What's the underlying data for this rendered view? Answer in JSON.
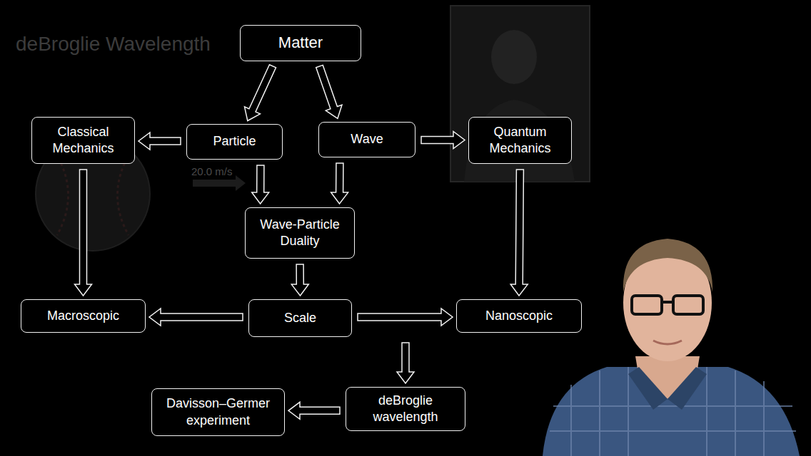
{
  "diagram": {
    "title": "deBroglie Wavelength",
    "nodes": [
      {
        "text": [
          "Matter"
        ]
      },
      {
        "text": [
          "Classical Mechanics"
        ]
      },
      {
        "text": [
          "Particle"
        ]
      },
      {
        "text": [
          "Wave"
        ]
      },
      {
        "text": [
          "Quantum Mechanics"
        ]
      },
      {
        "text": [
          "Wave-Particle Duality"
        ]
      },
      {
        "text": [
          "Macroscopic"
        ]
      },
      {
        "text": [
          "Scale"
        ]
      },
      {
        "text": [
          "Nanoscopic"
        ]
      },
      {
        "text": [
          "deBroglie wavelength"
        ]
      },
      {
        "text": [
          "Davisson–Germer experiment"
        ]
      }
    ],
    "edges": [
      {
        "from": 0,
        "to": 2,
        "arrow": "to"
      },
      {
        "from": 0,
        "to": 3,
        "arrow": "to"
      },
      {
        "from": 2,
        "to": 1,
        "arrow": "to"
      },
      {
        "from": 3,
        "to": 4,
        "arrow": "to"
      },
      {
        "from": 2,
        "to": 5,
        "arrow": "to"
      },
      {
        "from": 3,
        "to": 5,
        "arrow": "to"
      },
      {
        "from": 1,
        "to": 6,
        "arrow": "to"
      },
      {
        "from": 4,
        "to": 8,
        "arrow": "to"
      },
      {
        "from": 5,
        "to": 7,
        "arrow": "to"
      },
      {
        "from": 7,
        "to": 6,
        "arrow": "to"
      },
      {
        "from": 7,
        "to": 8,
        "arrow": "to"
      },
      {
        "from": 7,
        "to": 9,
        "arrow": "to"
      },
      {
        "from": 9,
        "to": 10,
        "arrow": "to"
      }
    ],
    "labels": [
      "20.0 m/s"
    ]
  }
}
